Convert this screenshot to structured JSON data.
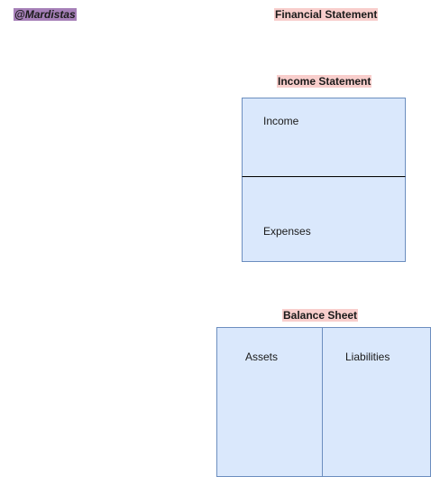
{
  "watermark": "@Mardistas",
  "title": "Financial Statement",
  "income_statement": {
    "title": "Income Statement",
    "income_label": "Income",
    "expenses_label": "Expenses"
  },
  "balance_sheet": {
    "title": "Balance Sheet",
    "assets_label": "Assets",
    "liabilities_label": "Liabilities"
  },
  "colors": {
    "watermark_bg": "#a680b8",
    "label_bg": "#f8cecc",
    "box_fill": "#dae8fc",
    "box_border": "#6c8ebf"
  }
}
